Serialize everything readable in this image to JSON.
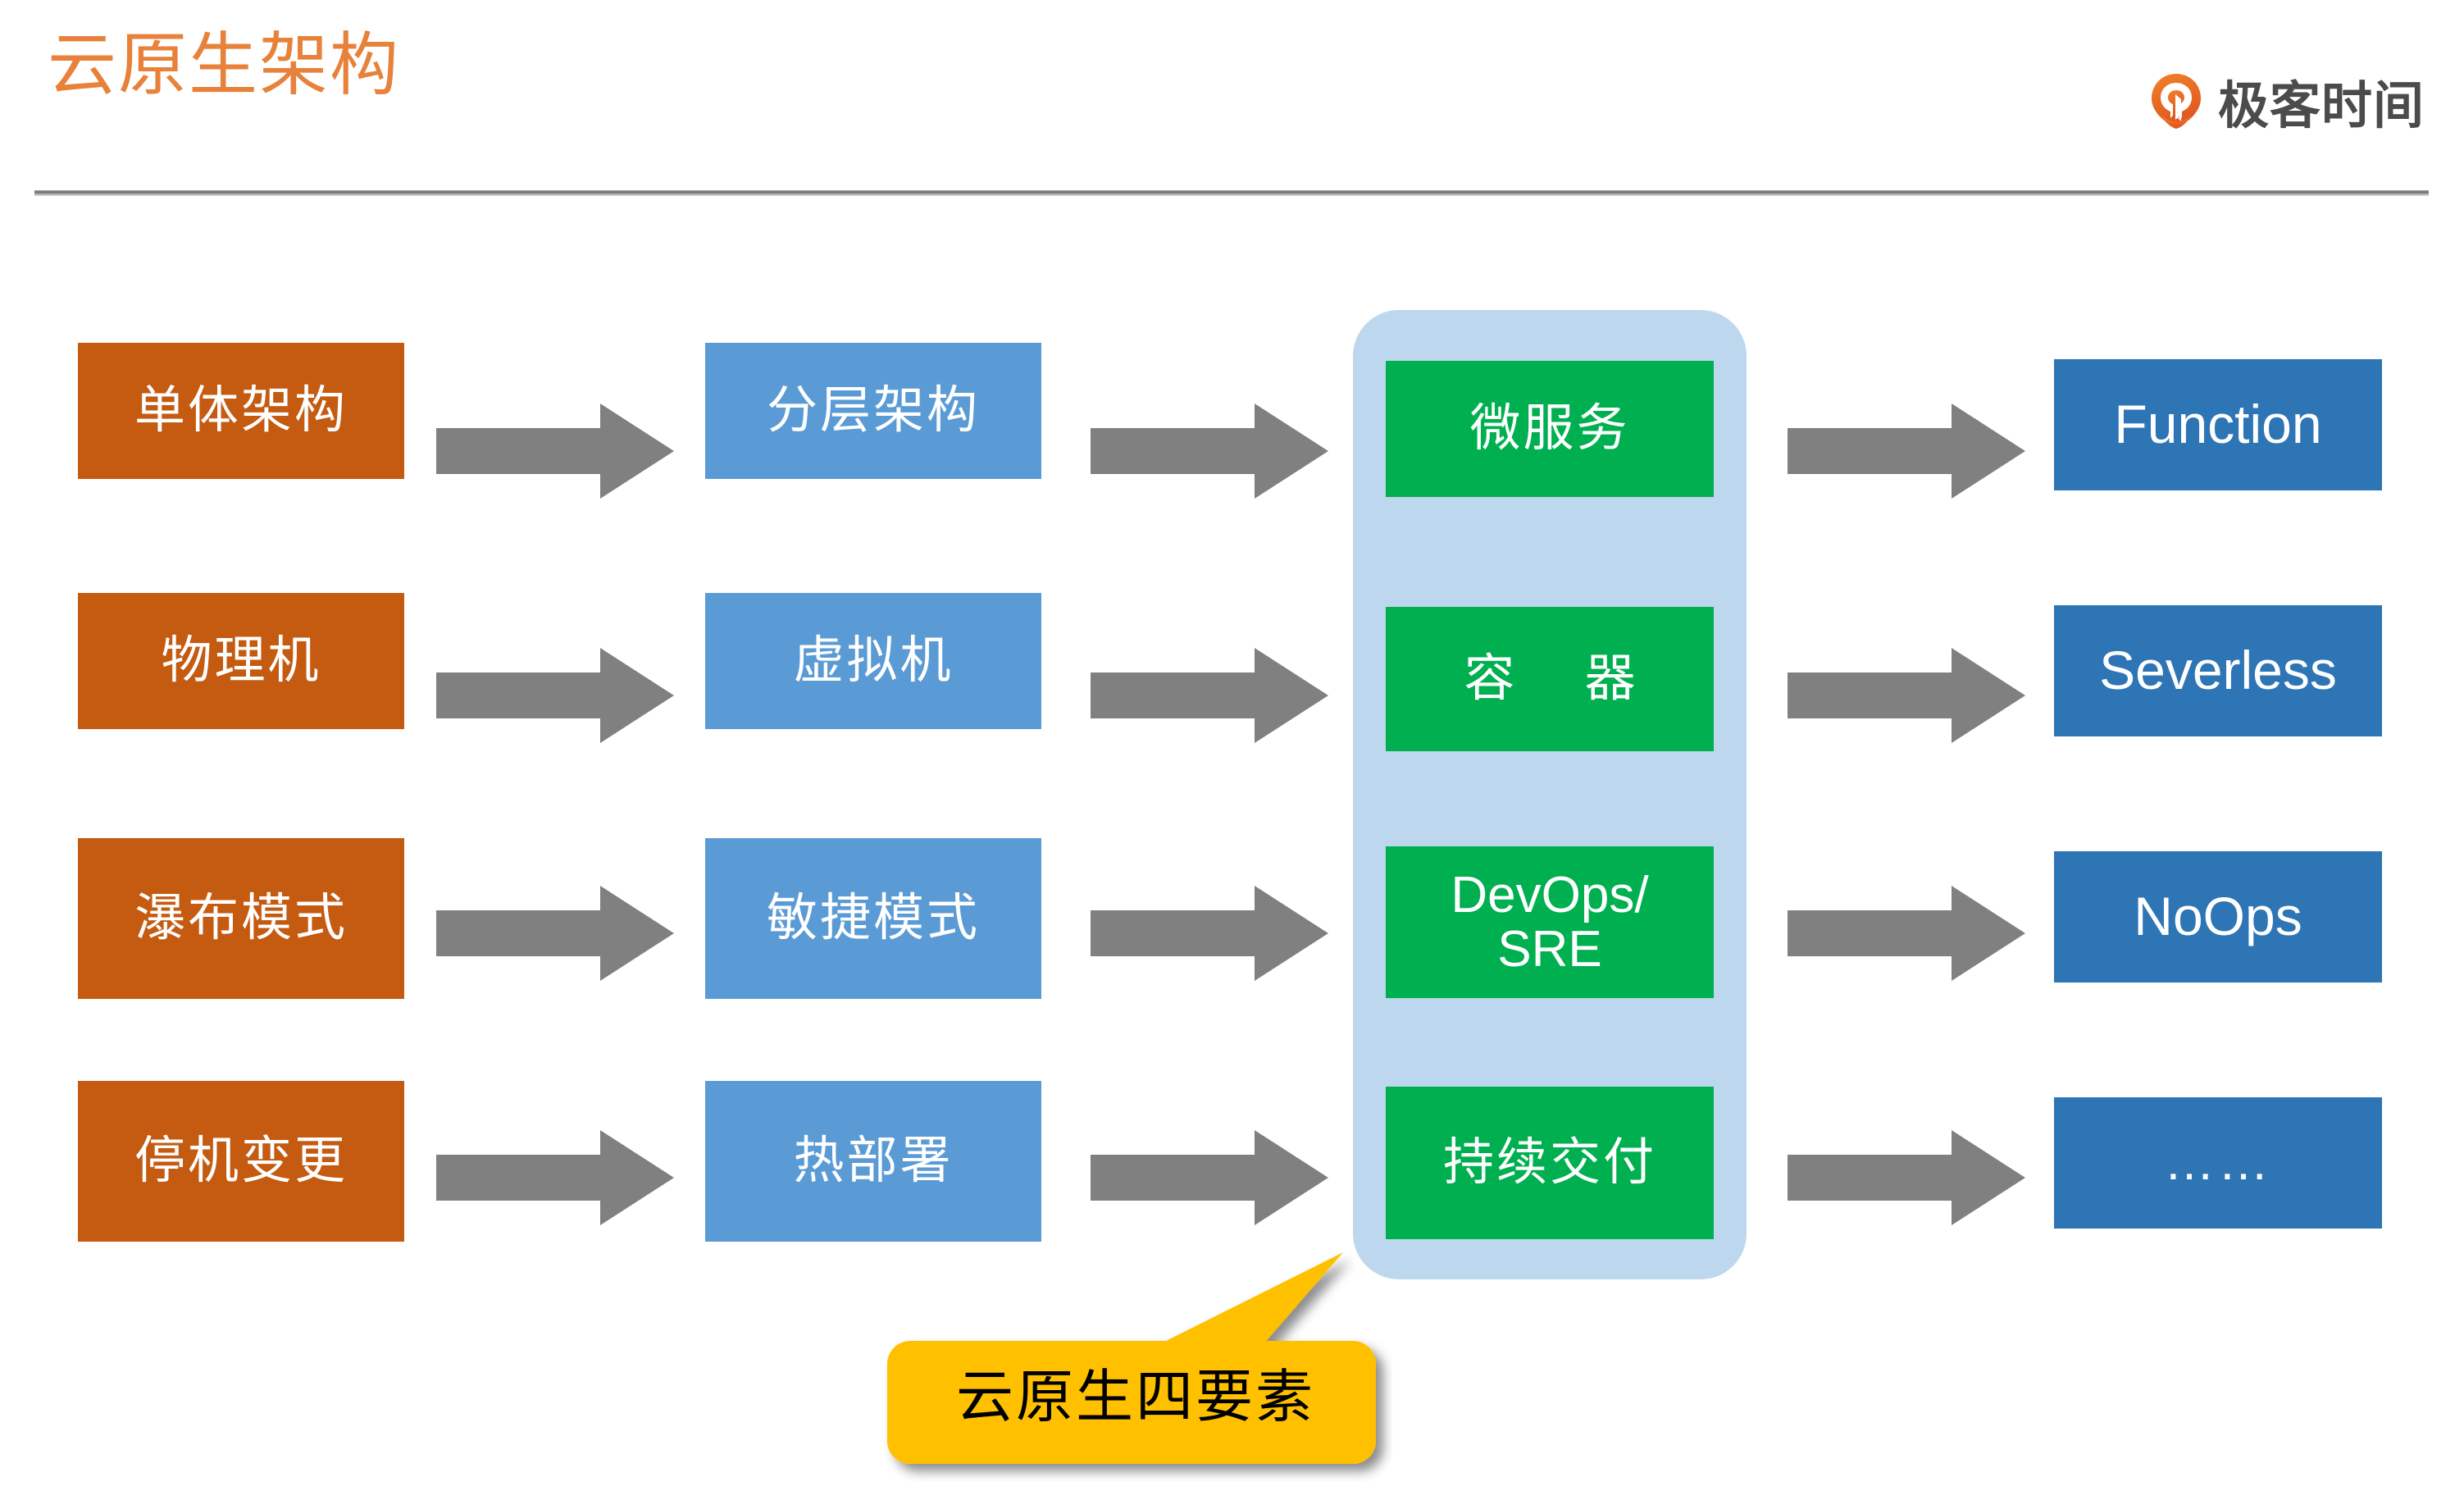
{
  "header": {
    "title": "云原生架构",
    "title_color": "#E8813A",
    "brand_name": "极客时间",
    "brand_mark_icon": "geek-time-pin-icon",
    "brand_color": "#4b4b4b",
    "brand_mark_color": "#F07B2A"
  },
  "diagram": {
    "columns": [
      {
        "id": "monolith",
        "color": "#C55A11",
        "items": [
          {
            "label": "单体架构",
            "style": "cn"
          },
          {
            "label": "物理机",
            "style": "cn"
          },
          {
            "label": "瀑布模式",
            "style": "cn"
          },
          {
            "label": "停机变更",
            "style": "cn"
          }
        ]
      },
      {
        "id": "layered",
        "color": "#5B9BD5",
        "items": [
          {
            "label": "分层架构",
            "style": "cn"
          },
          {
            "label": "虚拟机",
            "style": "cn"
          },
          {
            "label": "敏捷模式",
            "style": "cn"
          },
          {
            "label": "热部署",
            "style": "cn"
          }
        ]
      },
      {
        "id": "cloud-native",
        "color": "#00B050",
        "group_color": "#BDD7EE",
        "group_label": "云原生四要素",
        "items": [
          {
            "label": "微服务",
            "style": "cn"
          },
          {
            "label": "容 器",
            "style": "cn-wide"
          },
          {
            "label": "DevOps/\nSRE",
            "style": "two-line"
          },
          {
            "label": "持续交付",
            "style": "cn"
          }
        ]
      },
      {
        "id": "serverless",
        "color": "#2E75B6",
        "items": [
          {
            "label": "Function",
            "style": "en"
          },
          {
            "label": "Severless",
            "style": "en"
          },
          {
            "label": "NoOps",
            "style": "en"
          },
          {
            "label": "……",
            "style": "dots"
          }
        ]
      }
    ],
    "arrow_color": "#808080",
    "arrow_icon": "right-block-arrow-icon",
    "arrow_count_per_row": 3,
    "row_count": 4
  },
  "callout": {
    "text": "云原生四要素",
    "fill_color": "#FFC000",
    "text_color": "#000000",
    "pointer_icon": "callout-tail-icon"
  }
}
